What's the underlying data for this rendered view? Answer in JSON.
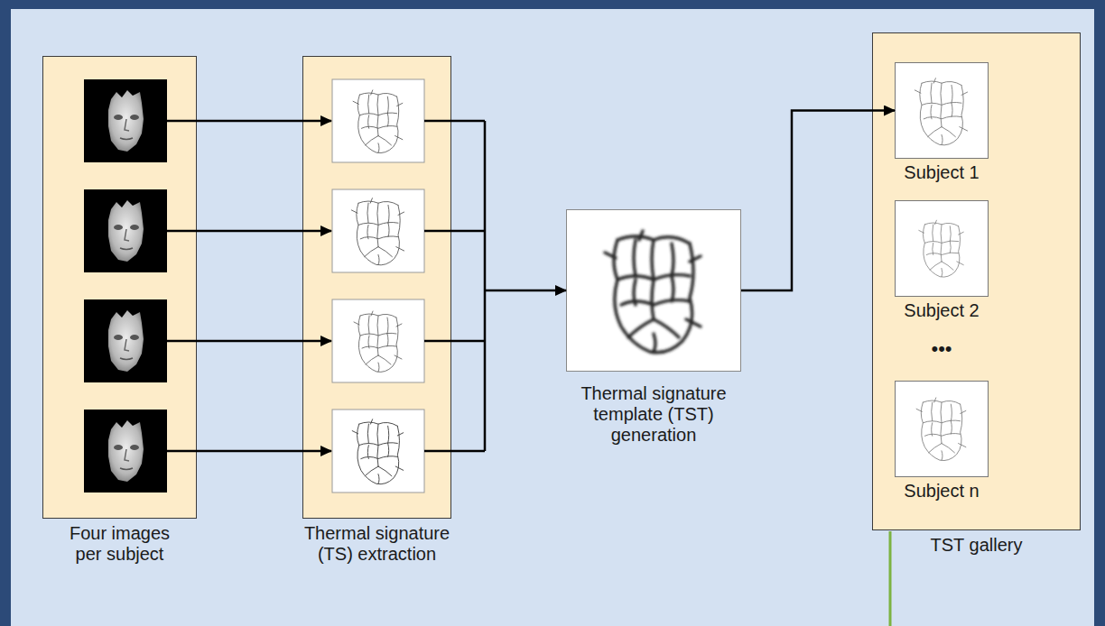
{
  "diagram": {
    "nodes": [
      {
        "text": [
          "Four images per subject"
        ]
      },
      {
        "text": [
          "Thermal signature (TS) extraction"
        ]
      },
      {
        "text": [
          "Thermal signature template (TST) generation"
        ]
      },
      {
        "text": [
          "TST gallery"
        ]
      },
      {
        "text": [
          "Subject 1"
        ],
        "in": 3
      },
      {
        "text": [
          "Subject 2"
        ],
        "in": 3
      },
      {
        "text": [
          "Subject n"
        ],
        "in": 3
      }
    ],
    "edges": [
      {
        "from": 0,
        "to": 1,
        "arrow": "to"
      },
      {
        "from": 1,
        "to": 2,
        "arrow": "to"
      },
      {
        "from": 2,
        "to": 4,
        "arrow": "to"
      }
    ],
    "labels": [
      "•••"
    ]
  }
}
